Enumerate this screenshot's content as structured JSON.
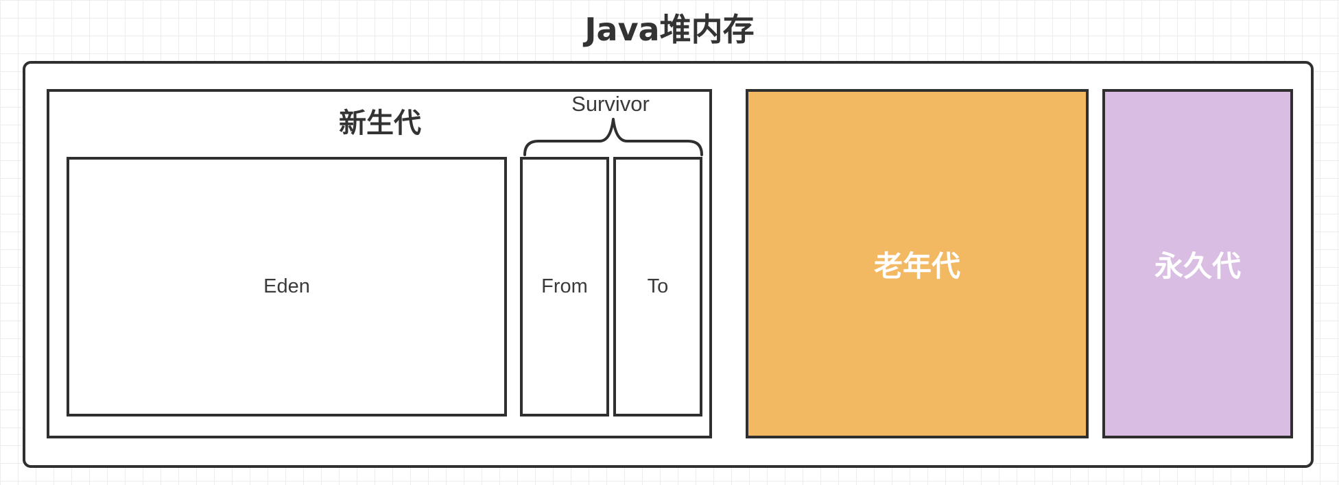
{
  "title": "Java堆内存",
  "young_generation": {
    "label": "新生代",
    "eden": "Eden",
    "survivor": {
      "label": "Survivor",
      "from": "From",
      "to": "To"
    }
  },
  "old_generation": {
    "label": "老年代",
    "color": "#f2b962"
  },
  "permanent_generation": {
    "label": "永久代",
    "color": "#d9bde3"
  }
}
